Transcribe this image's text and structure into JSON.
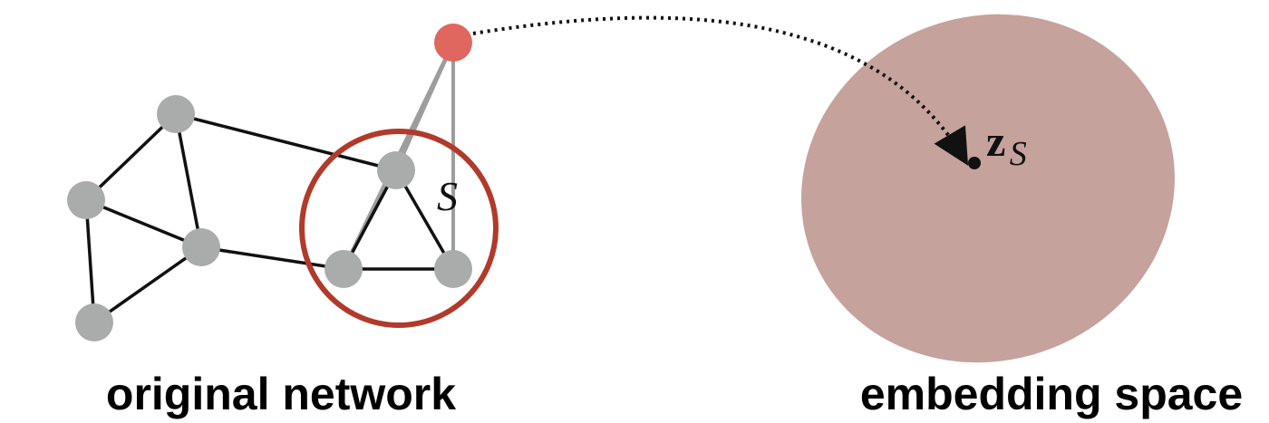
{
  "subgraph_label": "S",
  "embedding_label": {
    "main": "z",
    "subscript": "S"
  },
  "captions": {
    "left": "original network",
    "right": "embedding space"
  },
  "colors": {
    "node": "#a9acaa",
    "edge": "#111111",
    "ghost_edge": "#9d9d9d",
    "highlight_circle": "#b13a2b",
    "virtual_node": "#e06660",
    "embedding_blob": "#c6a29d",
    "arrow": "#111111"
  }
}
